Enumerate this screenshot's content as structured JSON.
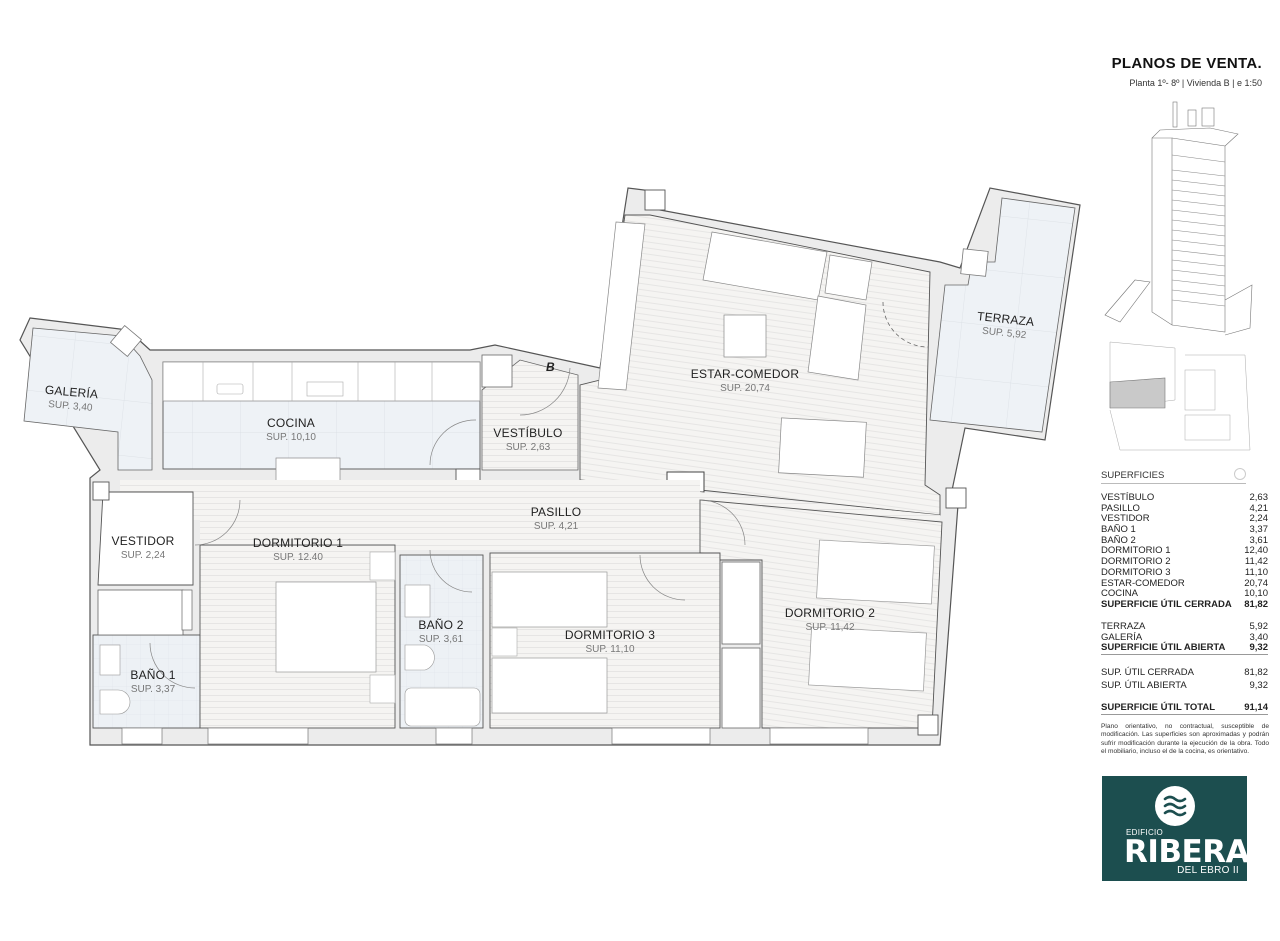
{
  "header": {
    "title": "PLANOS DE VENTA.",
    "subtitle": "Planta 1º- 8º | Vivienda B | e 1:50"
  },
  "plan": {
    "door_mark": "B",
    "rooms": [
      {
        "id": "galeria",
        "name": "GALERÍA",
        "sup": "SUP. 3,40"
      },
      {
        "id": "cocina",
        "name": "COCINA",
        "sup": "SUP. 10,10"
      },
      {
        "id": "vestibulo",
        "name": "VESTÍBULO",
        "sup": "SUP. 2,63"
      },
      {
        "id": "estar_comedor",
        "name": "ESTAR-COMEDOR",
        "sup": "SUP. 20,74"
      },
      {
        "id": "terraza",
        "name": "TERRAZA",
        "sup": "SUP. 5,92"
      },
      {
        "id": "pasillo",
        "name": "PASILLO",
        "sup": "SUP. 4,21"
      },
      {
        "id": "vestidor",
        "name": "VESTIDOR",
        "sup": "SUP. 2,24"
      },
      {
        "id": "dormitorio1",
        "name": "DORMITORIO 1",
        "sup": "SUP. 12.40"
      },
      {
        "id": "bano2",
        "name": "BAÑO 2",
        "sup": "SUP. 3,61"
      },
      {
        "id": "dormitorio3",
        "name": "DORMITORIO 3",
        "sup": "SUP. 11,10"
      },
      {
        "id": "dormitorio2",
        "name": "DORMITORIO 2",
        "sup": "SUP. 11,42"
      },
      {
        "id": "bano1",
        "name": "BAÑO 1",
        "sup": "SUP. 3,37"
      }
    ]
  },
  "superficies": {
    "header": "SUPERFICIES",
    "closed": [
      {
        "label": "VESTÍBULO",
        "value": "2,63"
      },
      {
        "label": "PASILLO",
        "value": "4,21"
      },
      {
        "label": "VESTIDOR",
        "value": "2,24"
      },
      {
        "label": "BAÑO 1",
        "value": "3,37"
      },
      {
        "label": "BAÑO 2",
        "value": "3,61"
      },
      {
        "label": "DORMITORIO 1",
        "value": "12,40"
      },
      {
        "label": "DORMITORIO 2",
        "value": "11,42"
      },
      {
        "label": "DORMITORIO 3",
        "value": "11,10"
      },
      {
        "label": "ESTAR-COMEDOR",
        "value": "20,74"
      },
      {
        "label": "COCINA",
        "value": "10,10"
      }
    ],
    "closed_total": {
      "label": "SUPERFICIE ÚTIL CERRADA",
      "value": "81,82"
    },
    "open": [
      {
        "label": "TERRAZA",
        "value": "5,92"
      },
      {
        "label": "GALERÍA",
        "value": "3,40"
      }
    ],
    "open_total": {
      "label": "SUPERFICIE ÚTIL ABIERTA",
      "value": "9,32"
    },
    "summary": [
      {
        "label": "SUP. ÚTIL CERRADA",
        "value": "81,82"
      },
      {
        "label": "SUP. ÚTIL ABIERTA",
        "value": "9,32"
      }
    ],
    "grand_total": {
      "label": "SUPERFICIE ÚTIL TOTAL",
      "value": "91,14"
    }
  },
  "disclaimer": "Plano orientativo, no contractual, susceptible de modificación. Las superficies son aproximadas y podrán sufrir modificación durante la ejecución de la obra. Todo el mobiliario, incluso el de la cocina, es orientativo.",
  "logo": {
    "line1": "EDIFICIO",
    "line2": "RIBERA",
    "line3": "DEL EBRO II",
    "bg_color": "#1c4e4f"
  },
  "colors": {
    "wall": "#ececec",
    "wall_stroke": "#555555",
    "wood_floor": "#f4f3f1",
    "tile_floor": "#eef2f6"
  }
}
